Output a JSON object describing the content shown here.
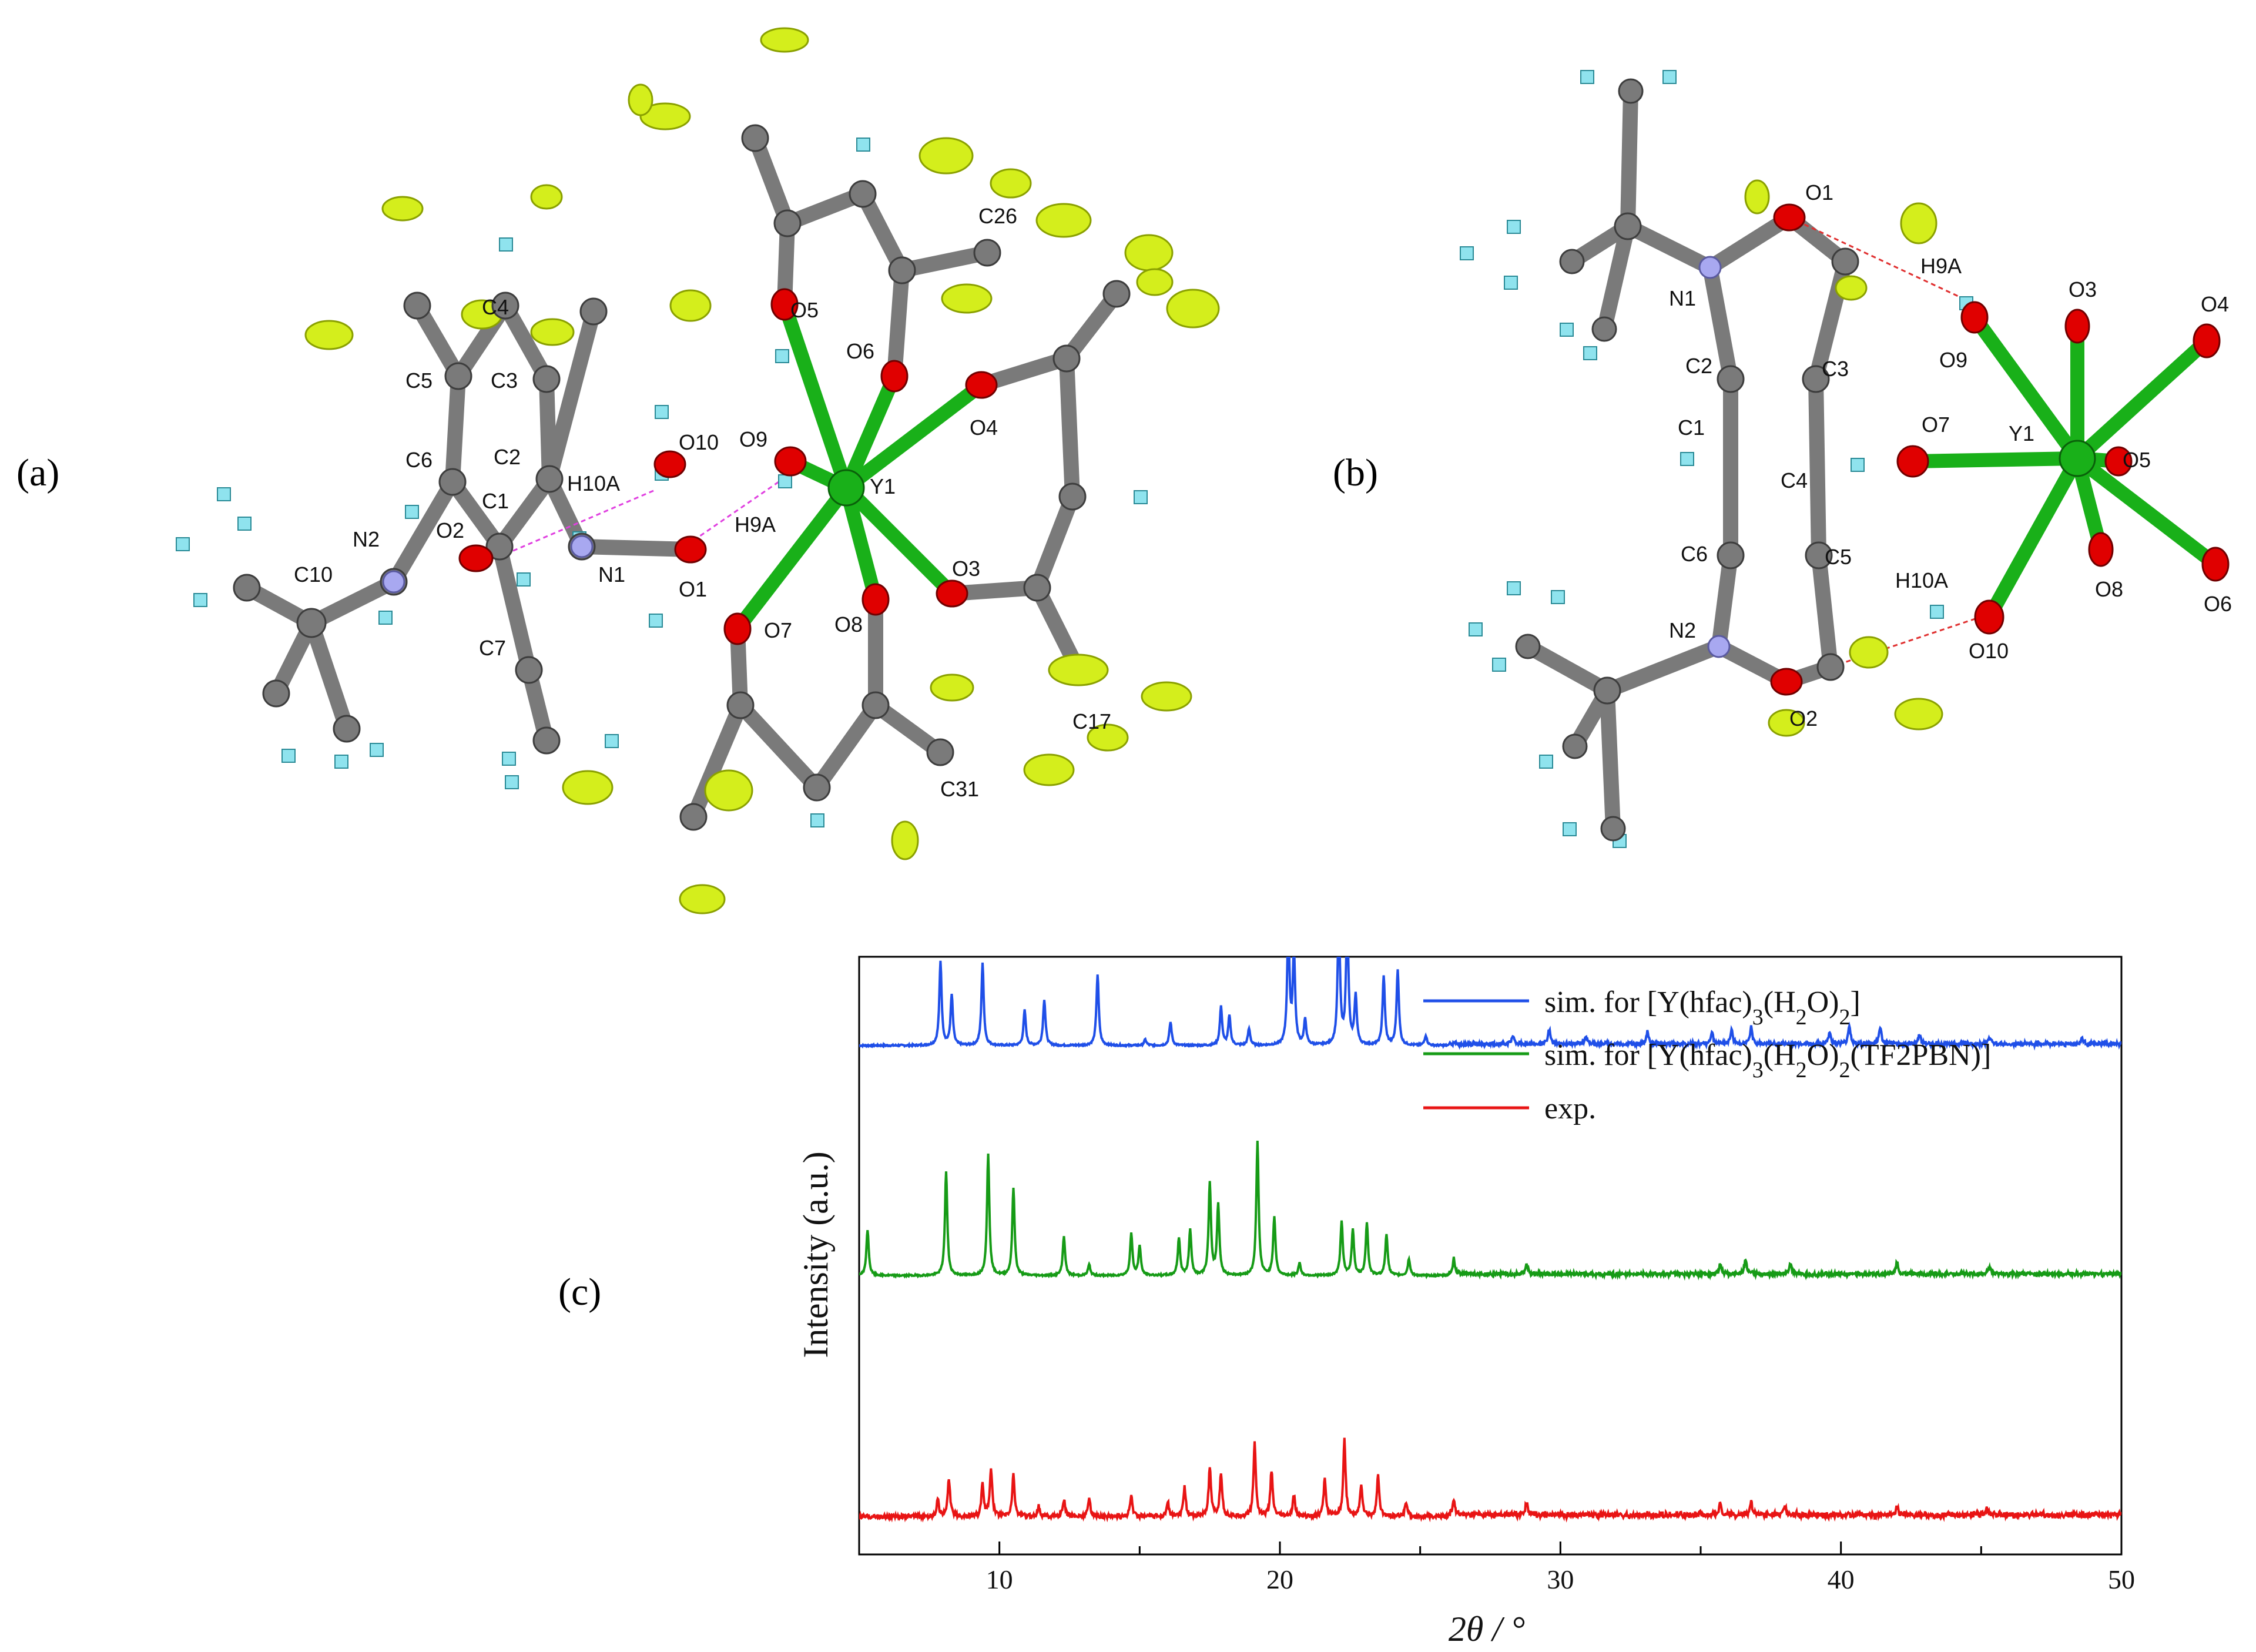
{
  "panels": {
    "a": "(a)",
    "b": "(b)",
    "c": "(c)"
  },
  "colors": {
    "carbon": "#7a7a7a",
    "oxygen": "#e00000",
    "nitrogen": "#a8a8f0",
    "fluorine": "#d4ee1c",
    "hydrogen": "#8fe3ee",
    "yttrium": "#19b019",
    "hbond_a": "#e040e0",
    "hbond_b": "#e03030"
  },
  "labels_a": [
    "C4",
    "C5",
    "C3",
    "C6",
    "C2",
    "C1",
    "O10",
    "O9",
    "H10A",
    "N2",
    "O2",
    "N1",
    "O1",
    "H9A",
    "C10",
    "C7",
    "O5",
    "O6",
    "C26",
    "O4",
    "Y1",
    "O3",
    "O7",
    "O8",
    "C17",
    "C31"
  ],
  "labels_b": [
    "O1",
    "N1",
    "H9A",
    "C2",
    "C3",
    "O9",
    "O3",
    "O4",
    "C1",
    "O7",
    "Y1",
    "O5",
    "C4",
    "C6",
    "C5",
    "H10A",
    "O8",
    "O6",
    "N2",
    "O10",
    "O2"
  ],
  "chart_data": {
    "type": "line",
    "title": "",
    "xlabel": "2θ / °",
    "ylabel": "Intensity (a.u.)",
    "xlim": [
      5,
      50
    ],
    "xticks": [
      10,
      20,
      30,
      40,
      50
    ],
    "legend_position": "top-right",
    "series": [
      {
        "name": "sim. for [Y(hfac)3(H2O)2]",
        "color": "#1f4fe8",
        "baseline": 0.85,
        "peaks": [
          [
            7.9,
            1.0
          ],
          [
            8.3,
            0.6
          ],
          [
            9.4,
            0.98
          ],
          [
            10.9,
            0.42
          ],
          [
            11.6,
            0.55
          ],
          [
            13.5,
            0.85
          ],
          [
            15.2,
            0.07
          ],
          [
            16.1,
            0.28
          ],
          [
            17.9,
            0.46
          ],
          [
            18.2,
            0.35
          ],
          [
            18.9,
            0.2
          ],
          [
            20.3,
            1.4
          ],
          [
            20.5,
            1.1
          ],
          [
            20.9,
            0.3
          ],
          [
            22.1,
            1.55
          ],
          [
            22.4,
            1.55
          ],
          [
            22.7,
            0.58
          ],
          [
            23.7,
            0.82
          ],
          [
            24.2,
            0.9
          ],
          [
            25.2,
            0.12
          ],
          [
            28.3,
            0.1
          ],
          [
            29.6,
            0.17
          ],
          [
            30.9,
            0.1
          ],
          [
            33.1,
            0.15
          ],
          [
            35.4,
            0.14
          ],
          [
            36.1,
            0.17
          ],
          [
            36.8,
            0.2
          ],
          [
            39.6,
            0.15
          ],
          [
            40.3,
            0.22
          ],
          [
            41.4,
            0.2
          ],
          [
            42.8,
            0.12
          ],
          [
            45.3,
            0.08
          ],
          [
            48.6,
            0.07
          ]
        ]
      },
      {
        "name": "sim. for [Y(hfac)3(H2O)2(TF2PBN)]",
        "color": "#169b16",
        "baseline": 0.465,
        "peaks": [
          [
            5.3,
            0.55
          ],
          [
            8.1,
            1.25
          ],
          [
            9.6,
            1.45
          ],
          [
            10.5,
            1.05
          ],
          [
            12.3,
            0.47
          ],
          [
            13.2,
            0.13
          ],
          [
            14.7,
            0.5
          ],
          [
            15.0,
            0.35
          ],
          [
            16.4,
            0.45
          ],
          [
            16.8,
            0.55
          ],
          [
            17.5,
            1.1
          ],
          [
            17.8,
            0.85
          ],
          [
            19.2,
            1.6
          ],
          [
            19.8,
            0.7
          ],
          [
            20.7,
            0.15
          ],
          [
            22.2,
            0.65
          ],
          [
            22.6,
            0.55
          ],
          [
            23.1,
            0.63
          ],
          [
            23.8,
            0.5
          ],
          [
            24.6,
            0.2
          ],
          [
            26.2,
            0.18
          ],
          [
            28.8,
            0.12
          ],
          [
            35.7,
            0.13
          ],
          [
            36.6,
            0.18
          ],
          [
            38.2,
            0.12
          ],
          [
            42.0,
            0.15
          ],
          [
            45.3,
            0.08
          ]
        ]
      },
      {
        "name": "exp.",
        "color": "#e81414",
        "baseline": 0.06,
        "peaks": [
          [
            7.8,
            0.2
          ],
          [
            8.2,
            0.45
          ],
          [
            9.4,
            0.38
          ],
          [
            9.7,
            0.58
          ],
          [
            10.5,
            0.5
          ],
          [
            11.4,
            0.12
          ],
          [
            12.3,
            0.2
          ],
          [
            13.2,
            0.22
          ],
          [
            14.7,
            0.25
          ],
          [
            16.0,
            0.18
          ],
          [
            16.6,
            0.35
          ],
          [
            17.5,
            0.58
          ],
          [
            17.9,
            0.52
          ],
          [
            19.1,
            0.88
          ],
          [
            19.7,
            0.55
          ],
          [
            20.5,
            0.25
          ],
          [
            21.6,
            0.45
          ],
          [
            22.3,
            0.92
          ],
          [
            22.9,
            0.38
          ],
          [
            23.5,
            0.48
          ],
          [
            24.5,
            0.18
          ],
          [
            26.2,
            0.17
          ],
          [
            28.8,
            0.15
          ],
          [
            35.7,
            0.15
          ],
          [
            36.8,
            0.15
          ],
          [
            38.0,
            0.12
          ],
          [
            42.0,
            0.1
          ],
          [
            45.2,
            0.08
          ]
        ]
      }
    ]
  }
}
